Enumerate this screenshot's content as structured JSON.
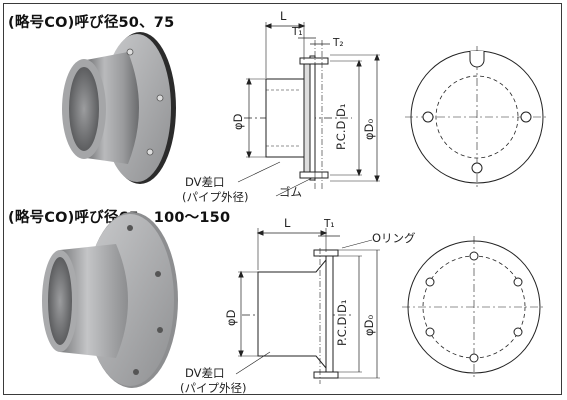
{
  "section1": {
    "title": "(略号CO)呼び径50、75",
    "labels": {
      "L": "L",
      "T1": "T₁",
      "T2": "T₂",
      "phiD": "φD",
      "PCD": "P.C.D D₁",
      "phiD0": "φD₀",
      "dv_line1": "DV差口",
      "dv_line2": "(パイプ外径)",
      "rubber": "ゴム"
    }
  },
  "section2": {
    "title": "(略号CO)呼び径65、100〜150",
    "labels": {
      "L": "L",
      "T1": "T₁",
      "oring": "Oリング",
      "phiD": "φD",
      "PCD": "P.C.D D₁",
      "phiD0": "φD₀",
      "dv_line1": "DV差口",
      "dv_line2": "(パイプ外径)"
    }
  }
}
